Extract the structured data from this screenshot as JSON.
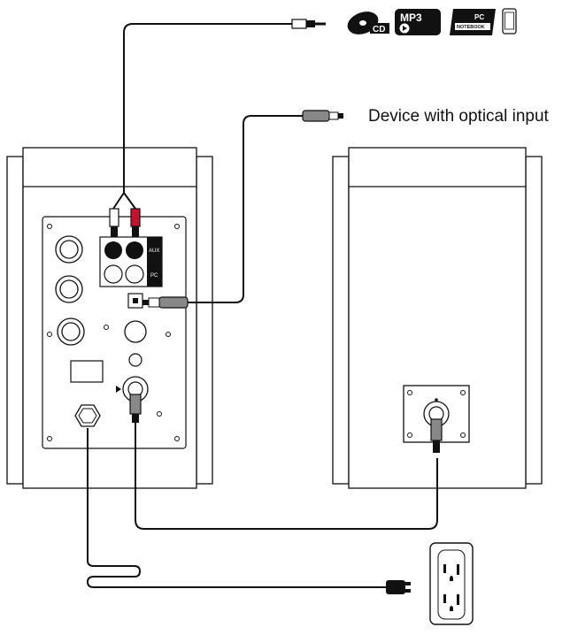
{
  "labels": {
    "optical_device": "Device with optical input",
    "aux": "AUX",
    "pc": "PC"
  },
  "badges": {
    "cd": "CD",
    "mp3": "MP3",
    "pc": "PC",
    "notebook": "NOTEBOOK"
  },
  "icons": [
    "cd-icon",
    "mp3-icon",
    "pc-notebook-icon",
    "phone-icon",
    "power-outlet-icon",
    "plug-icon",
    "optical-plug-icon",
    "audio-jack-icon"
  ],
  "colors": {
    "line": "#111111",
    "red_plug": "#c8102e"
  }
}
